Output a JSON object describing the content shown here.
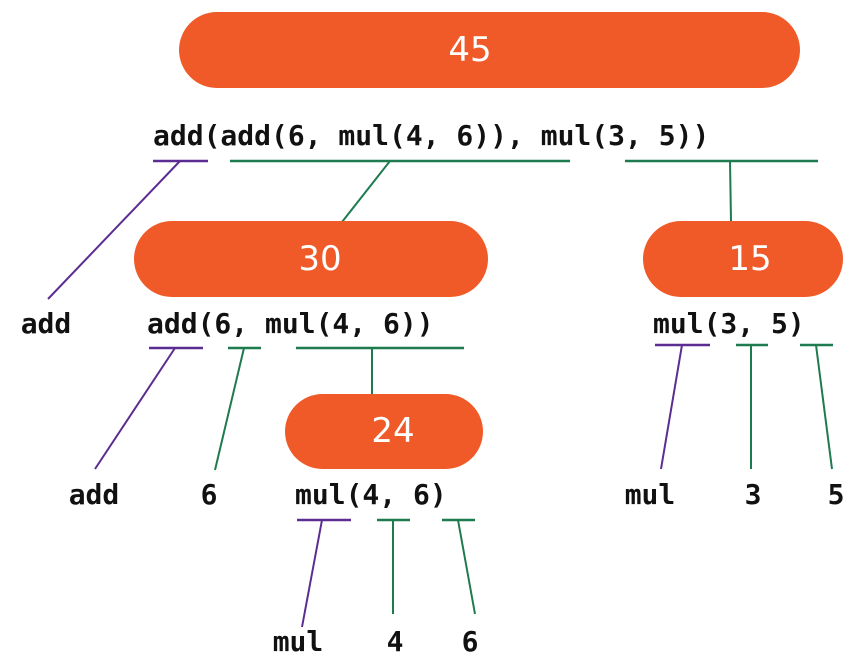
{
  "values": {
    "root": "45",
    "left_sum": "30",
    "right_product": "15",
    "inner_product": "24"
  },
  "expressions": {
    "root": "add(add(6, mul(4, 6)), mul(3, 5))",
    "left": "add(6, mul(4, 6))",
    "right": "mul(3, 5)",
    "inner": "mul(4, 6)"
  },
  "leaves": {
    "root_operator": "add",
    "left_operator": "add",
    "left_operand": "6",
    "right_operator": "mul",
    "right_operand_1": "3",
    "right_operand_2": "5",
    "inner_operator": "mul",
    "inner_operand_1": "4",
    "inner_operand_2": "6"
  },
  "colors": {
    "value_pill": "#F05A28",
    "operator_line": "#5B2C91",
    "operand_line": "#1E7A4F"
  }
}
